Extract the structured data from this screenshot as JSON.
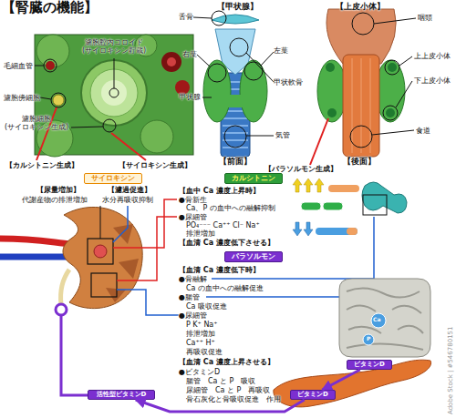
{
  "diagram": {
    "title": "【腎臓の機能】",
    "nodes": [
      {
        "text": [
          "サイロキシン"
        ]
      },
      {
        "text": [
          "カルシトニン"
        ]
      },
      {
        "text": [
          "パラソルモン"
        ]
      },
      {
        "text": [
          "ビタミンD"
        ]
      },
      {
        "text": [
          "ビタミンD"
        ]
      },
      {
        "text": [
          "活性型ビタミンD"
        ]
      }
    ],
    "edges": [
      {
        "from": 3,
        "to": 4,
        "arrow": "to"
      },
      {
        "from": 4,
        "to": 5,
        "arrow": "to"
      }
    ],
    "labels": [
      "濾胞腔内コロイド (サイロキシン貯蔵)",
      "毛細血管",
      "濾胞傍細胞",
      "濾胞細胞 (サイロキシン生成)",
      "【カルシトニン生成】",
      "【サイロキシン生成】",
      "【甲状腺】",
      "舌骨",
      "右葉",
      "左葉",
      "甲状軟骨",
      "甲状腺",
      "気管",
      "【前面】",
      "【上皮小体】",
      "咽頭",
      "上上皮小体",
      "下上皮小体",
      "食道",
      "【後面】",
      "【パラソルモン生成】",
      "【尿量増加】",
      "代謝産物の排泄増加",
      "【濾過促進】",
      "水分再吸収抑制",
      "【血中 Ca 濃度上昇時】",
      "●骨新生",
      "Ca、P の血中への融解抑制",
      "●尿細管",
      "PO₄⁻⁻⁻ Ca⁺⁺ Cl⁻ Na⁺",
      "排泄増加",
      "【血清 Ca 濃度低下させる】",
      "【血清 Ca 濃度低下時】",
      "●骨融解",
      "Ca の血中への融解促進",
      "●腸管",
      "Ca 吸収促進",
      "●尿細管",
      "P K⁺ Na⁺",
      "排泄増加",
      "Ca⁺⁺ H⁺",
      "再吸収促進",
      "【血清 Ca 濃度上昇させる】",
      "●ビタミンD",
      "腸管　Ca と P　吸収",
      "尿細管　Ca と P　再吸収",
      "骨石灰化と骨吸収促進　作用",
      "Ca",
      "P",
      "Adobe Stock | #546780151"
    ]
  }
}
